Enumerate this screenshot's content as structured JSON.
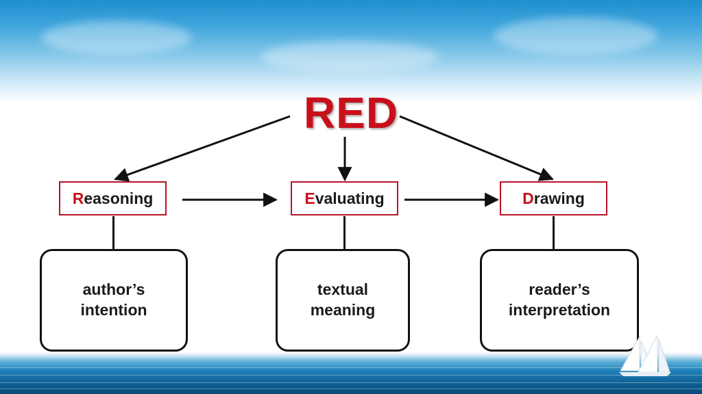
{
  "slide": {
    "title": "RED",
    "steps": [
      {
        "initial": "R",
        "rest": "easoning"
      },
      {
        "initial": "E",
        "rest": "valuating"
      },
      {
        "initial": "D",
        "rest": "rawing"
      }
    ],
    "boxes": [
      {
        "line1": "author’s",
        "line2": "intention"
      },
      {
        "line1": "textual",
        "line2": "meaning"
      },
      {
        "line1": "reader’s",
        "line2": "interpretation"
      }
    ]
  },
  "colors": {
    "accent_red": "#c8101c",
    "step_border": "#b81226",
    "text_dark": "#1a1a1a",
    "sky_blue": "#1f8fd0",
    "sea_blue": "#0f5f94"
  },
  "icons": {
    "decoration": "sailboat-icon"
  }
}
